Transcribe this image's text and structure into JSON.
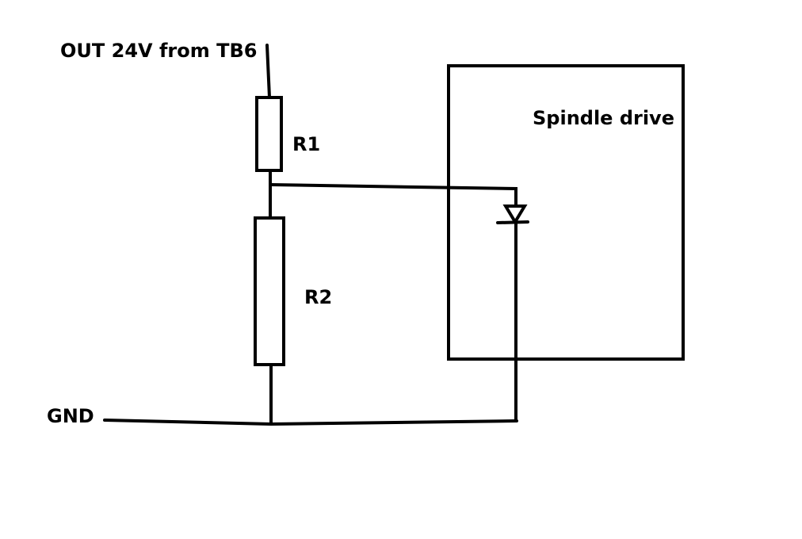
{
  "labels": {
    "supply": "OUT 24V from TB6",
    "ground": "GND",
    "r1": "R1",
    "r2": "R2",
    "spindle": "Spindle drive"
  },
  "colors": {
    "stroke": "#000000",
    "background": "#ffffff"
  }
}
